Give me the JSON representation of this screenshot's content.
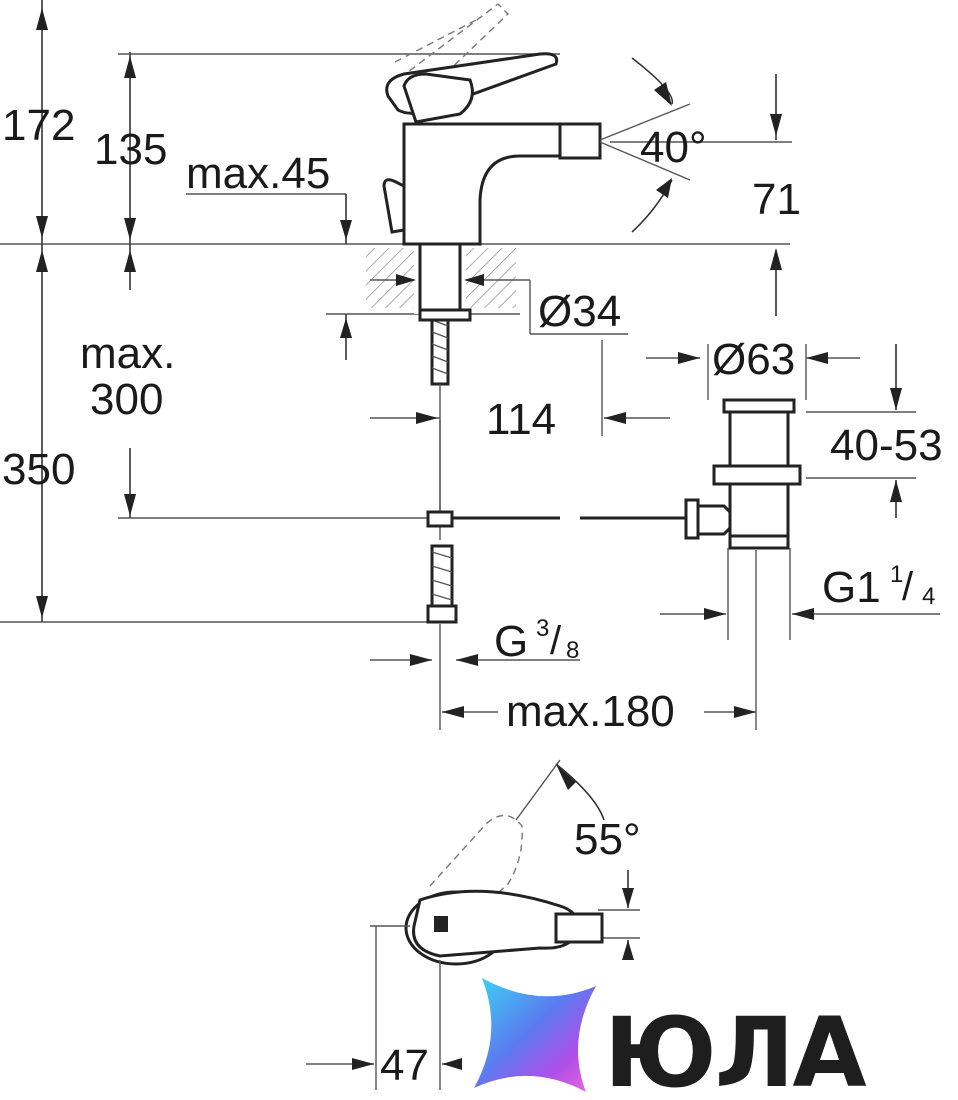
{
  "dimensions": {
    "height_total": "172",
    "height_spout": "135",
    "max_deck": "max.45",
    "angle_spout": "40°",
    "spout_height": "71",
    "hole_diameter": "Ø34",
    "max_label": "max.",
    "max_depth_value": "300",
    "hose_length": "350",
    "offset_114": "114",
    "waste_diameter": "Ø63",
    "waste_range": "40-53",
    "waste_thread_main": "G1",
    "waste_thread_sup": "1",
    "waste_thread_sub": "4",
    "inlet_thread_main": "G",
    "inlet_thread_sup": "3",
    "inlet_thread_sub": "8",
    "max_reach": "max.180",
    "lever_angle": "55°",
    "lever_offset": "47"
  },
  "brand": {
    "name": "ЮЛА",
    "colors": [
      "#3ad6f4",
      "#5a7cf0",
      "#b04ee8",
      "#f06ad8"
    ]
  }
}
